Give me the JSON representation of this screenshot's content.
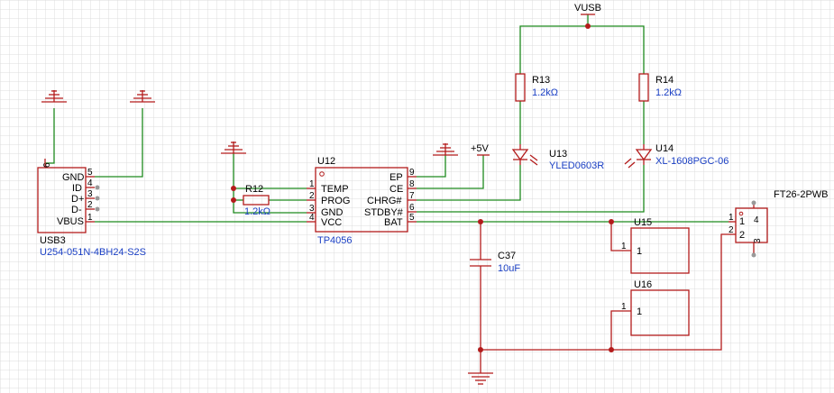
{
  "usb3": {
    "designator": "USB3",
    "part": "U254-051N-4BH24-S2S",
    "pins": [
      {
        "label": "GND",
        "num": "5"
      },
      {
        "label": "ID",
        "num": "4"
      },
      {
        "label": "D+",
        "num": "3"
      },
      {
        "label": "D-",
        "num": "2"
      },
      {
        "label": "VBUS",
        "num": "1"
      }
    ],
    "side_pin": "6"
  },
  "u12": {
    "designator": "U12",
    "part": "TP4056",
    "left_pins": [
      {
        "label": "TEMP",
        "num": "1"
      },
      {
        "label": "PROG",
        "num": "2"
      },
      {
        "label": "GND",
        "num": "3"
      },
      {
        "label": "VCC",
        "num": "4"
      }
    ],
    "right_pins": [
      {
        "label": "EP",
        "num": "9"
      },
      {
        "label": "CE",
        "num": "8"
      },
      {
        "label": "CHRG#",
        "num": "7"
      },
      {
        "label": "STDBY#",
        "num": "6"
      },
      {
        "label": "BAT",
        "num": "5"
      }
    ]
  },
  "r12": {
    "designator": "R12",
    "value": "1.2kΩ"
  },
  "r13": {
    "designator": "R13",
    "value": "1.2kΩ"
  },
  "r14": {
    "designator": "R14",
    "value": "1.2kΩ"
  },
  "u13": {
    "designator": "U13",
    "part": "YLED0603R"
  },
  "u14": {
    "designator": "U14",
    "part": "XL-1608PGC-06"
  },
  "c37": {
    "designator": "C37",
    "value": "10uF"
  },
  "u15": {
    "designator": "U15",
    "pin": "1"
  },
  "u16": {
    "designator": "U16",
    "pin": "1"
  },
  "sw": {
    "label": "FT26-2PWB",
    "pins": [
      "1",
      "2",
      "3",
      "4"
    ]
  },
  "nets": {
    "vusb": "VUSB",
    "plus5v": "+5V"
  },
  "colors": {
    "wire": "#1e8a1e",
    "symbol": "#b31b1b",
    "value": "#1a3fc4",
    "grid": "#dcdcdc"
  }
}
